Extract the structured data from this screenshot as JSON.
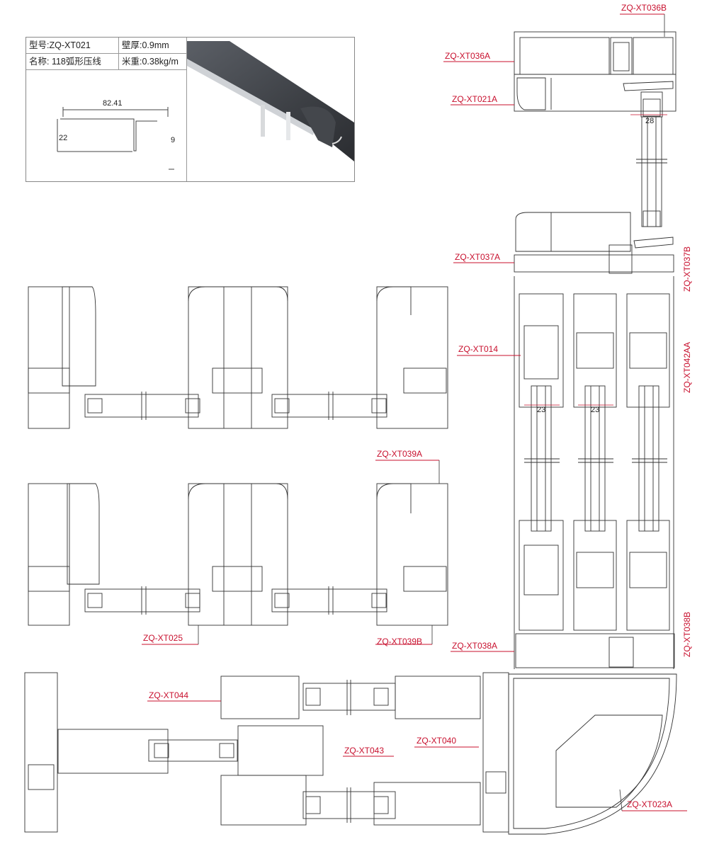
{
  "spec_table": {
    "model_label": "型号:ZQ-XT021",
    "thickness_label": "壁厚:0.9mm",
    "name_label": "名称: 118弧形压线",
    "weight_label": "米重:0.38kg/m",
    "dim_width": "82.41",
    "dim_height": "22",
    "dim_lip": "9"
  },
  "callouts": {
    "xt036b": "ZQ-XT036B",
    "xt036a": "ZQ-XT036A",
    "xt021a": "ZQ-XT021A",
    "xt037a": "ZQ-XT037A",
    "xt037b": "ZQ-XT037B",
    "xt014": "ZQ-XT014",
    "xt042aa": "ZQ-XT042AA",
    "xt039a": "ZQ-XT039A",
    "xt025": "ZQ-XT025",
    "xt039b": "ZQ-XT039B",
    "xt038a": "ZQ-XT038A",
    "xt038b": "ZQ-XT038B",
    "xt044": "ZQ-XT044",
    "xt040": "ZQ-XT040",
    "xt043": "ZQ-XT043",
    "xt023a": "ZQ-XT023A"
  },
  "dimensions": {
    "glass_28": "28",
    "glass_23a": "23",
    "glass_23b": "23"
  },
  "colors": {
    "label_red": "#c8102e",
    "line": "#333333",
    "profile_dark": "#4a4d52"
  }
}
